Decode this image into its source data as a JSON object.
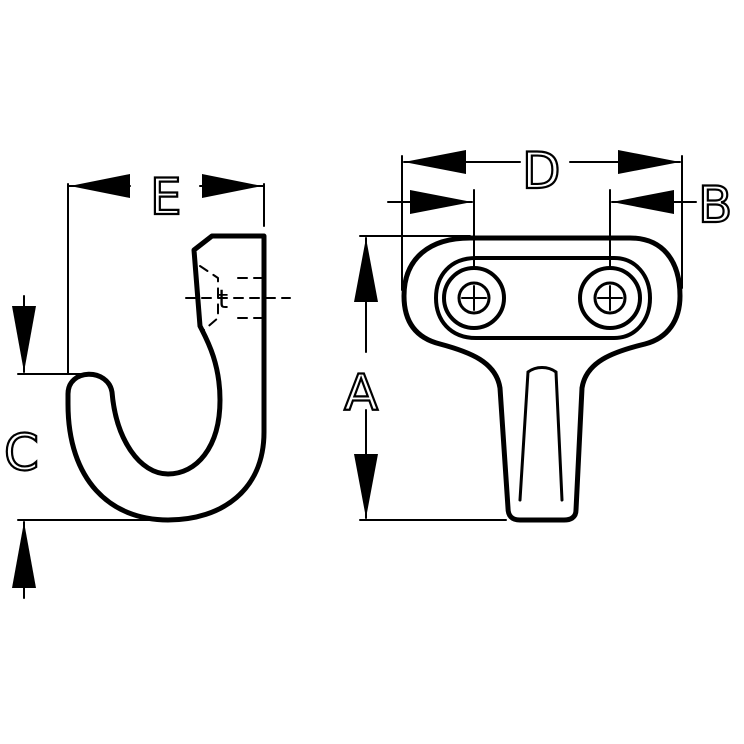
{
  "diagram": {
    "labels": {
      "a": "A",
      "b": "B",
      "c": "C",
      "d": "D",
      "e": "E",
      "t": "t"
    },
    "colors": {
      "line": "#000000",
      "background": "#ffffff"
    }
  }
}
